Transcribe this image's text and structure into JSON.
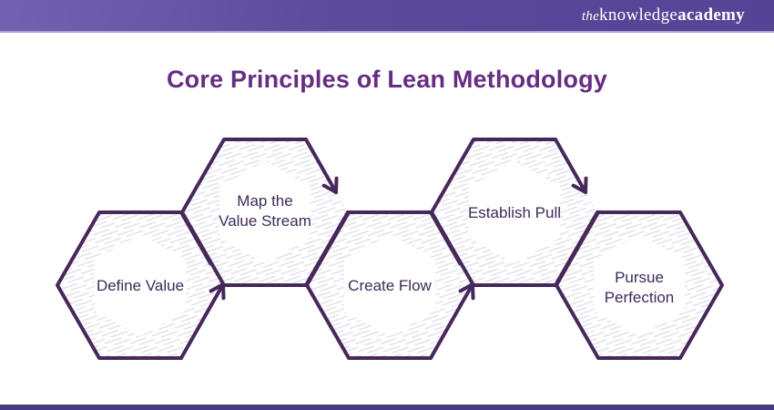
{
  "header": {
    "logo": {
      "prefix": "the",
      "word1": "knowledge",
      "word2": "academy"
    }
  },
  "title": "Core Principles of Lean Methodology",
  "diagram": {
    "steps": [
      {
        "id": "define-value",
        "lines": [
          "Define Value"
        ]
      },
      {
        "id": "map-the-value-stream",
        "lines": [
          "Map the",
          "Value Stream"
        ]
      },
      {
        "id": "create-flow",
        "lines": [
          "Create Flow"
        ]
      },
      {
        "id": "establish-pull",
        "lines": [
          "Establish Pull"
        ]
      },
      {
        "id": "pursue-perfection",
        "lines": [
          "Pursue",
          "Perfection"
        ]
      }
    ]
  },
  "colors": {
    "header_purple": "#5b4a9a",
    "title_purple": "#662d83",
    "hexagon_outline": "#46285a",
    "hexagon_text": "#3e2a58",
    "hatch_lavender": "#e4e1ea",
    "footer_purple": "#473a80"
  }
}
